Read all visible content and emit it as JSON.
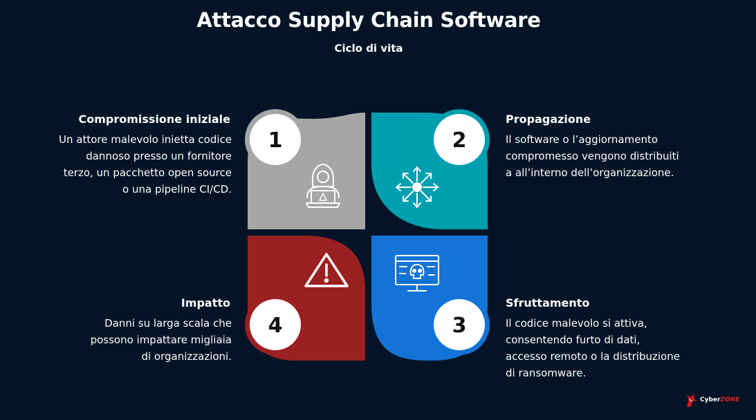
{
  "header": {
    "title": "Attacco Supply Chain Software",
    "subtitle": "Ciclo di vita"
  },
  "steps": [
    {
      "number": "1",
      "title": "Compromissione iniziale",
      "description": "Un attore malevolo inietta codice\ndannoso presso un fornitore\nterzo, un pacchetto open source\no una pipeline CI/CD.",
      "color": "#a6a6a6",
      "icon": "hacker-laptop-icon"
    },
    {
      "number": "2",
      "title": "Propagazione",
      "description": "Il software o l’aggiornamento\ncompromesso vengono distribuiti\na all’interno dell’organizzazione.",
      "color": "#009fb0",
      "icon": "spread-arrows-icon"
    },
    {
      "number": "3",
      "title": "Sfruttamento",
      "description": "Il codice malevolo si attiva,\nconsentendo furto di dati,\naccesso remoto o la distribuzione\ndi ransomware.",
      "color": "#1473d6",
      "icon": "skull-monitor-icon"
    },
    {
      "number": "4",
      "title": "Impatto",
      "description": "Danni su larga scala che\npossono impattare migliaia\ndi organizzazioni.",
      "color": "#9b2022",
      "icon": "warning-triangle-icon"
    }
  ],
  "logo": {
    "prefix": "Cyber",
    "suffix": "ZONE"
  }
}
